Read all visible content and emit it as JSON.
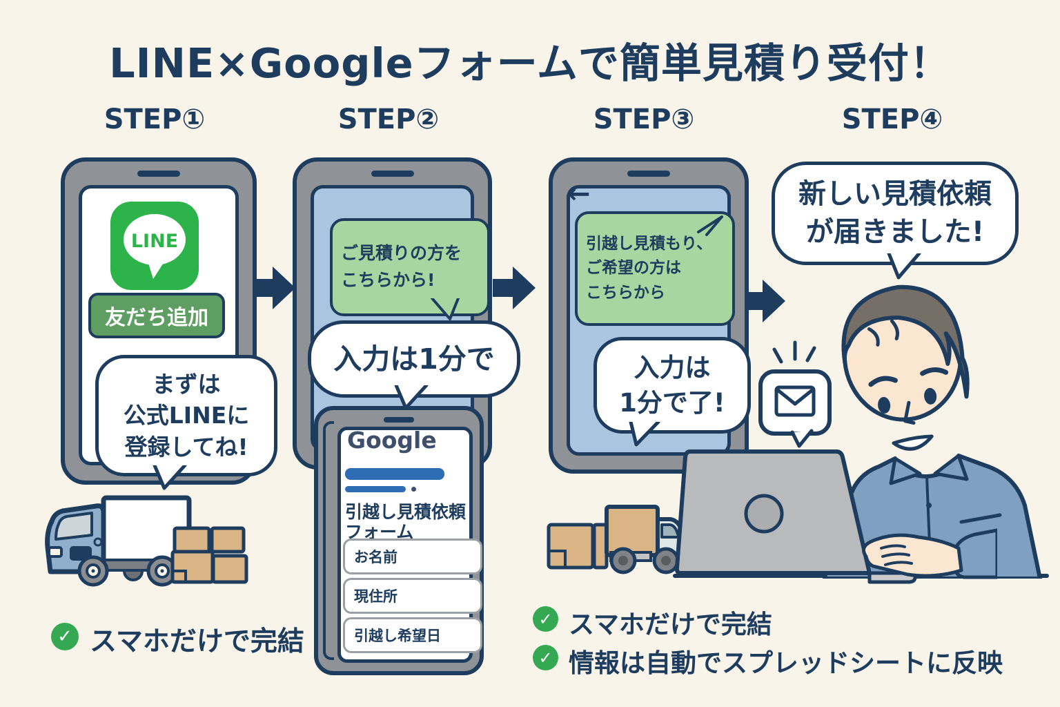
{
  "title": "LINE×Googleフォームで簡単見積り受付！",
  "colors": {
    "background": "#f8f4e9",
    "navy": "#1e3c5e",
    "line_green": "#2cb44a",
    "button_green": "#5f9e63",
    "chat_green": "#a8d6a0",
    "screen_blue": "#a9c5df",
    "check_green": "#34a853",
    "google_blue": "#2e6db4",
    "box_tan": "#d9b586"
  },
  "icons": {
    "check": "✓"
  },
  "steps": [
    {
      "label": "STEP①",
      "line_logo": "LINE",
      "add_friend_button": "友だち追加",
      "bubble_lines": [
        "まずは",
        "公式LINEに",
        "登録してね!"
      ]
    },
    {
      "label": "STEP②",
      "chat_lines": [
        "ご見積りの方を",
        "こちらから!"
      ],
      "bubble": "入力は1分で",
      "google": {
        "logo": "Google",
        "form_title_lines": [
          "引越し見積依頼",
          "フォーム"
        ],
        "fields": [
          "お名前",
          "現住所",
          "引越し希望日"
        ]
      }
    },
    {
      "label": "STEP③",
      "back_arrow": "←",
      "chat_lines": [
        "引越し見積もり、",
        "ご希望の方は",
        "こちらから"
      ],
      "bubble_lines": [
        "入力は",
        "1分で了!"
      ]
    },
    {
      "label": "STEP④",
      "bubble_lines": [
        "新しい見積依頼",
        "が届きました!"
      ]
    }
  ],
  "checklist_left": [
    "スマホだけで完結"
  ],
  "checklist_right": [
    "スマホだけで完結",
    "情報は自動でスプレッドシートに反映"
  ]
}
